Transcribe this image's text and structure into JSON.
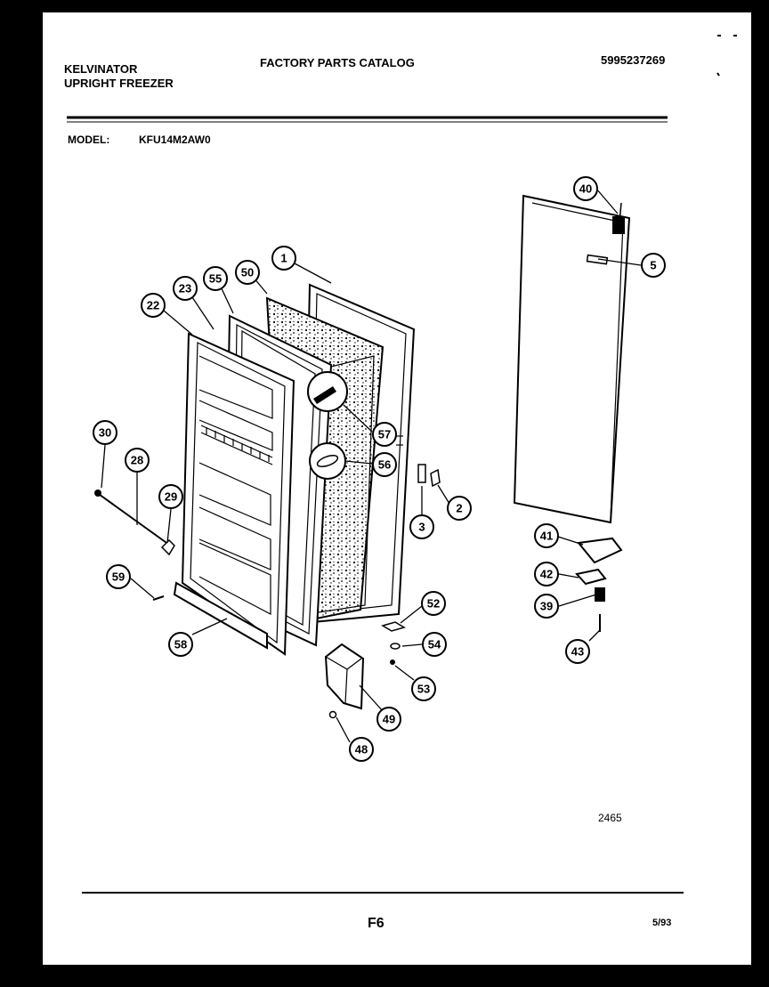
{
  "header": {
    "brand": "KELVINATOR",
    "product": "UPRIGHT FREEZER",
    "catalog_title": "FACTORY PARTS CATALOG",
    "catalog_number": "5995237269",
    "model_label": "MODEL:",
    "model_value": "KFU14M2AW0"
  },
  "callouts": [
    "40",
    "5",
    "1",
    "50",
    "55",
    "23",
    "22",
    "57",
    "56",
    "30",
    "28",
    "29",
    "3",
    "2",
    "41",
    "42",
    "39",
    "43",
    "59",
    "58",
    "52",
    "54",
    "53",
    "49",
    "48"
  ],
  "footer": {
    "drawing_number": "2465",
    "page_code": "F6",
    "date": "5/93"
  }
}
